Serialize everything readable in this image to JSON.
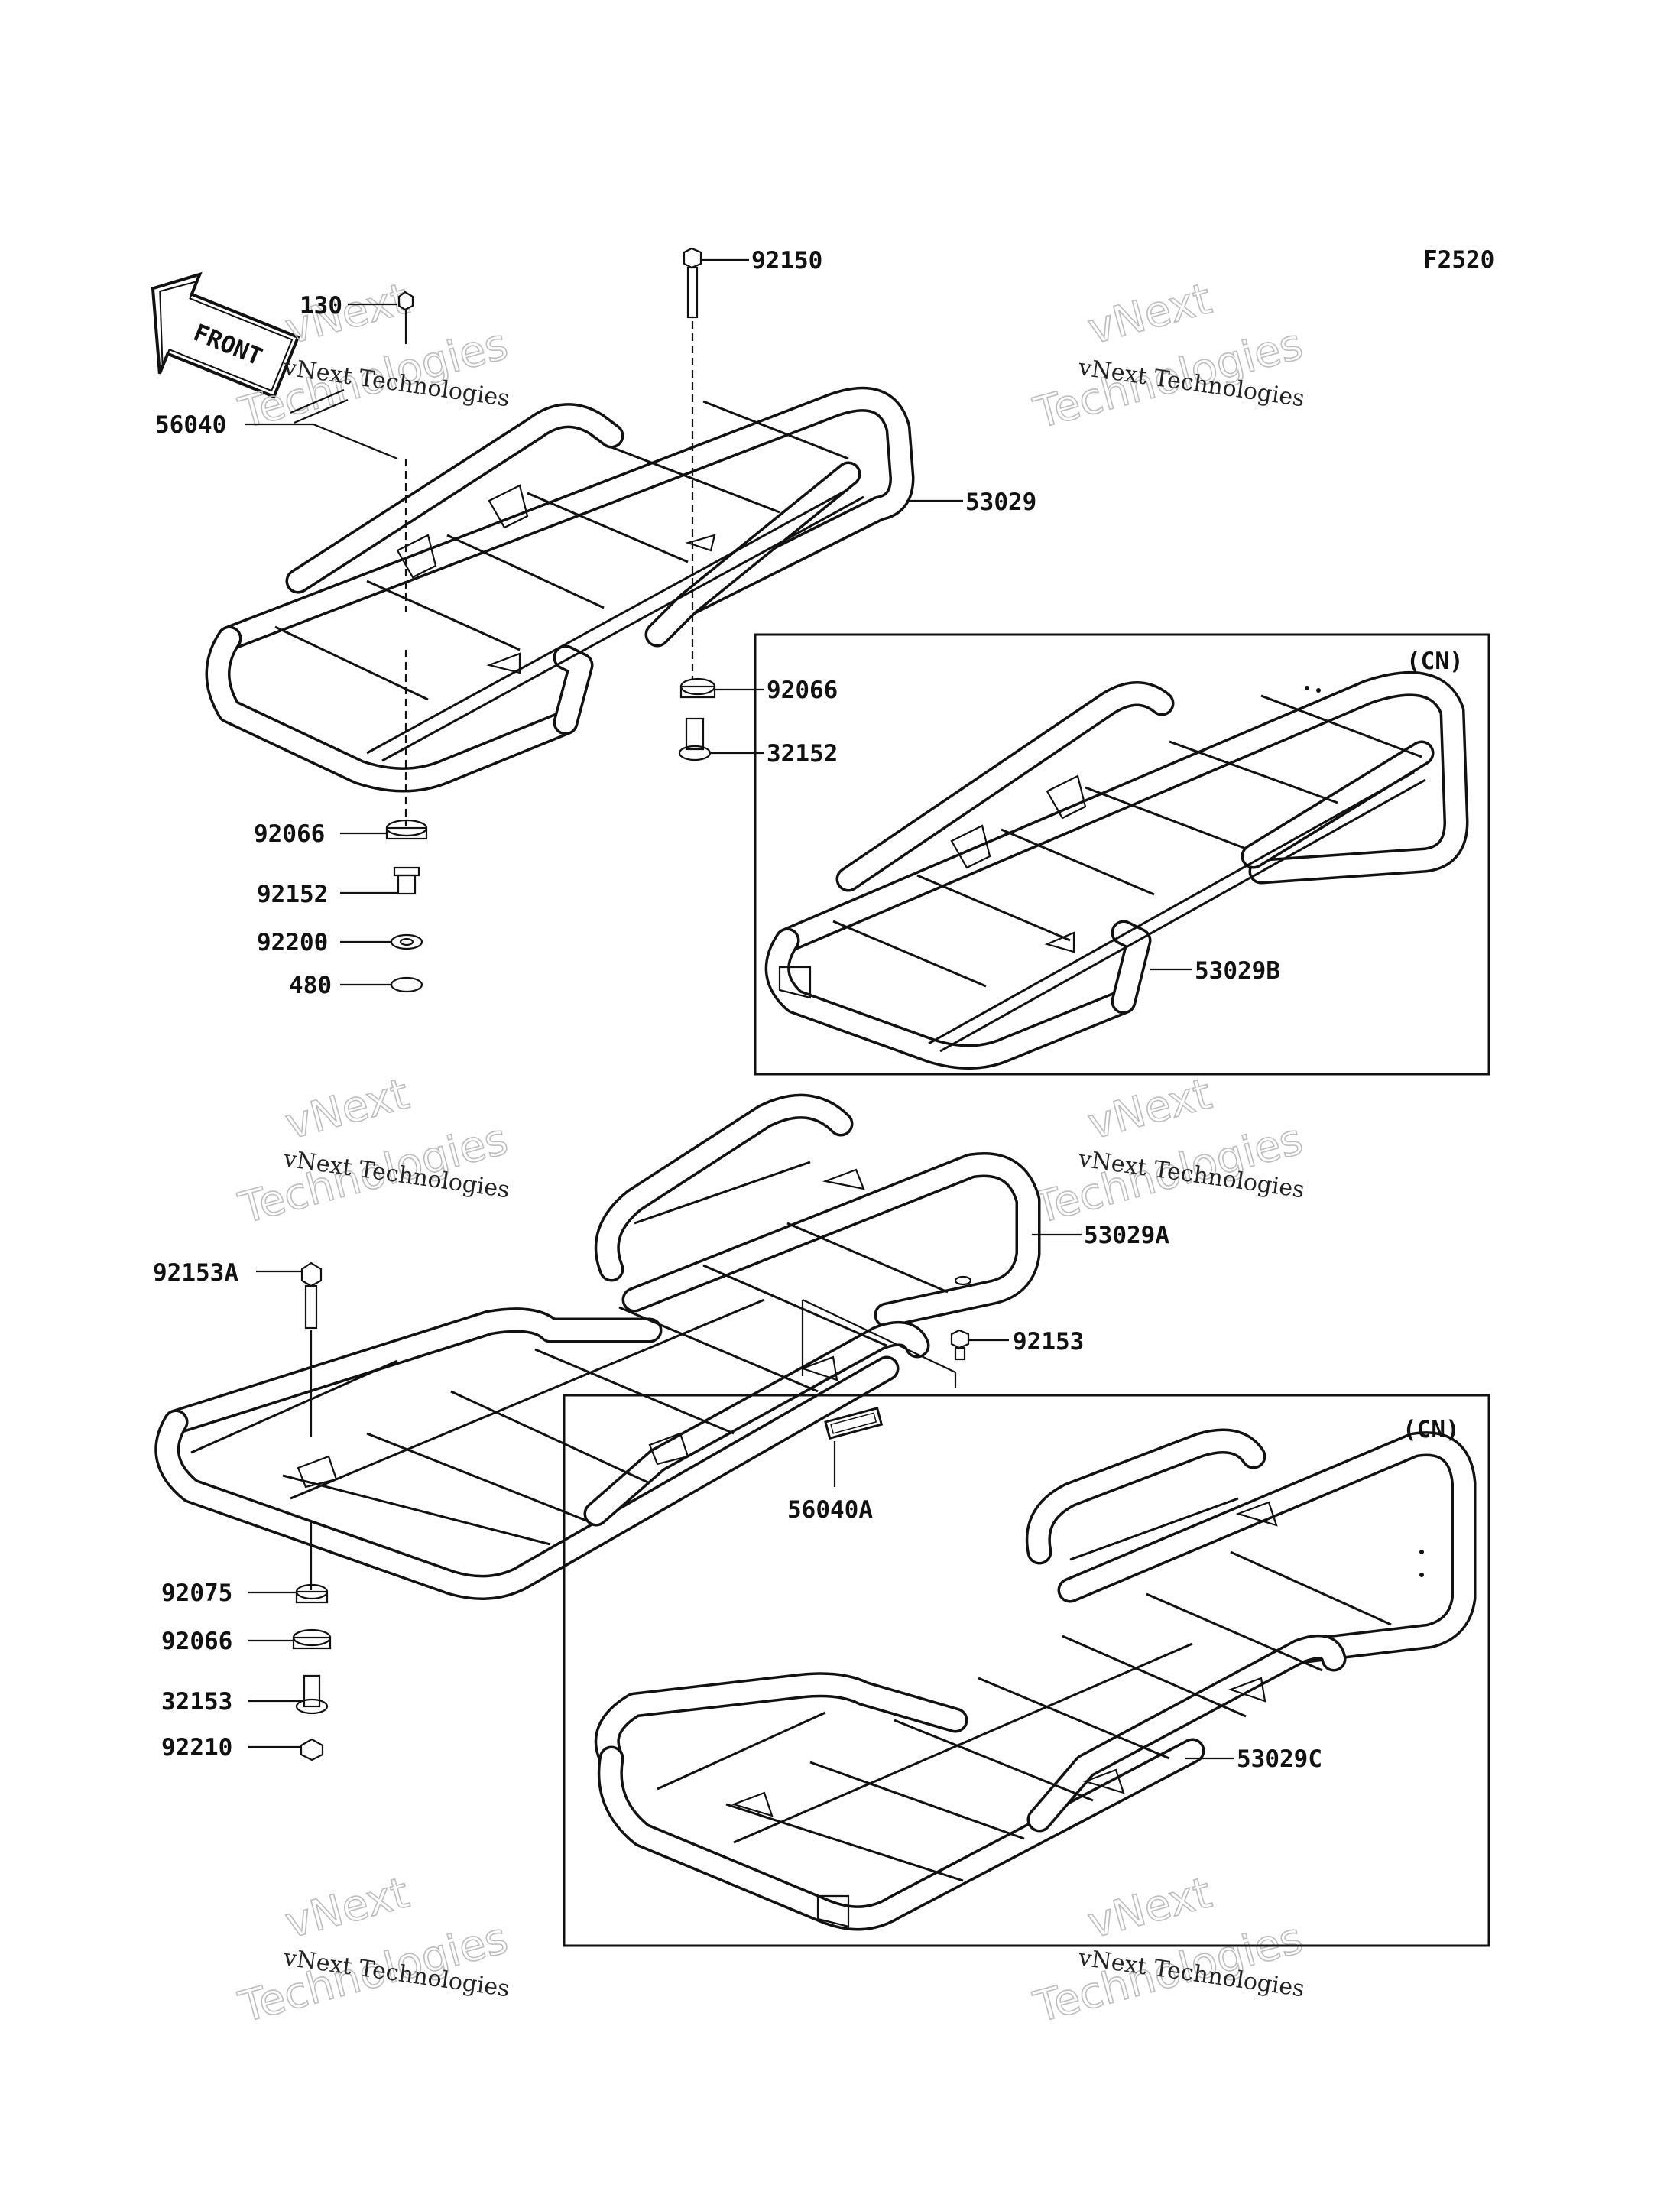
{
  "figure_code": "F2520",
  "front_arrow": "FRONT",
  "cn_labels": [
    "(CN)",
    "(CN)"
  ],
  "watermark": {
    "small": "vNext Technologies",
    "large": "vNext Technologies"
  },
  "parts": {
    "p130": "130",
    "p92150": "92150",
    "p56040": "56040",
    "p53029": "53029",
    "p92066a": "92066",
    "p32152": "32152",
    "p92066b": "92066",
    "p92152": "92152",
    "p92200": "92200",
    "p480": "480",
    "p53029B": "53029B",
    "p53029A": "53029A",
    "p92153A": "92153A",
    "p92153": "92153",
    "p56040A": "56040A",
    "p92075": "92075",
    "p92066c": "92066",
    "p32153": "32153",
    "p92210": "92210",
    "p53029C": "53029C"
  }
}
